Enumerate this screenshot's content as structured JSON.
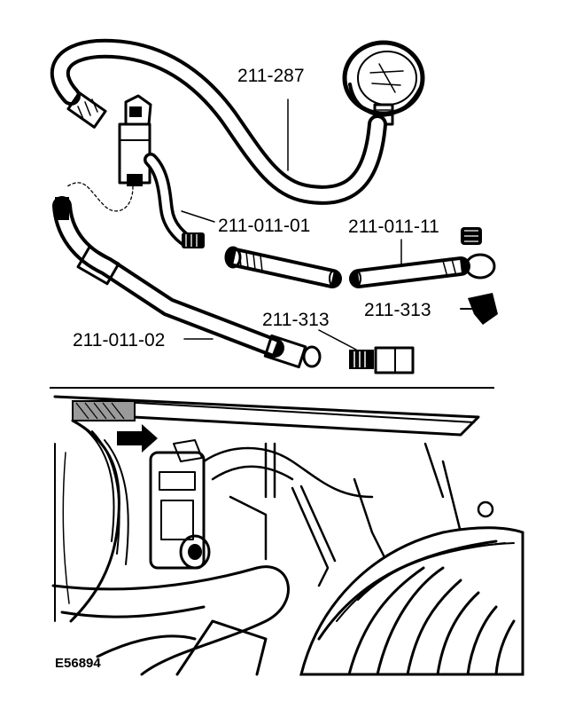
{
  "figure": {
    "callouts": {
      "gauge": "211-287",
      "hose_upper": "211-011-01",
      "hose_right": "211-011-11",
      "adapter_right": "211-313",
      "hose_lower": "211-011-02",
      "adapter_lower": "211-313"
    },
    "figure_id": "E56894",
    "colors": {
      "ink": "#000000",
      "background": "#ffffff",
      "shade": "#9a9a9a"
    }
  }
}
